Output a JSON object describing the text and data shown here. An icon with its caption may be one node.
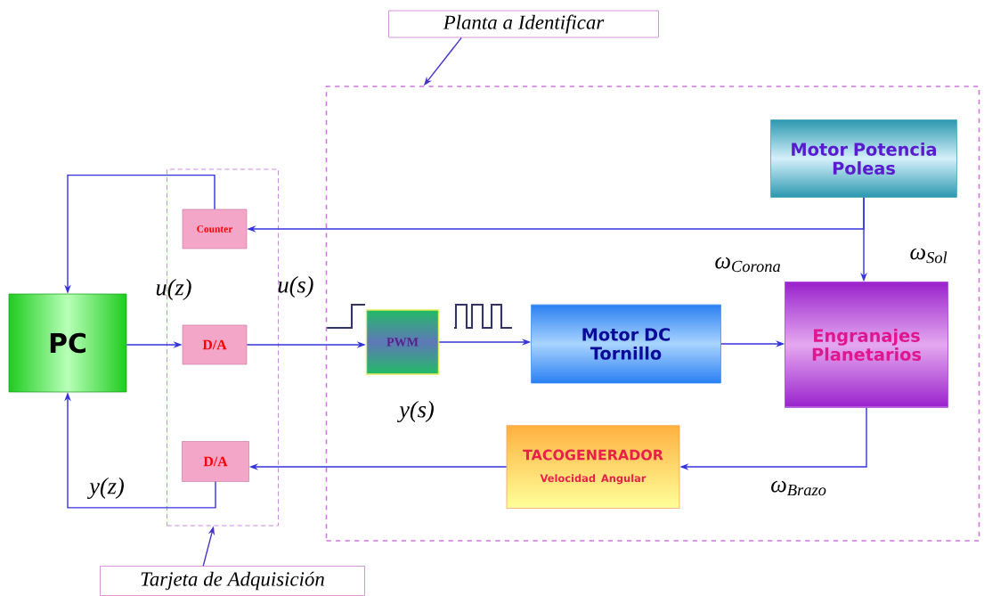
{
  "diagram": {
    "nodes": [
      {
        "text": [
          "Planta a Identificar"
        ]
      },
      {
        "text": [],
        "shape": "box"
      },
      {
        "text": [
          "Motor Potencia Poleas"
        ],
        "in": 1
      },
      {
        "text": [],
        "shape": "box"
      },
      {
        "text": [
          "Counter"
        ],
        "in": 3
      },
      {
        "text": [
          "PC"
        ]
      },
      {
        "text": [
          "D/A"
        ],
        "in": 3
      },
      {
        "text": [
          "PWM"
        ],
        "in": 1
      },
      {
        "text": [
          "Motor DC Tornillo"
        ],
        "in": 1
      },
      {
        "text": [
          "Engranajes Planetarios"
        ],
        "in": 1
      },
      {
        "text": [
          "D/A"
        ],
        "in": 3
      },
      {
        "text": [
          "TACOGENERADOR",
          "Velocidad Angular"
        ],
        "in": 1
      },
      {
        "text": [
          "Tarjeta de Adquisición"
        ]
      }
    ],
    "edges": [
      {
        "from": 0,
        "to": 1,
        "arrow": "to"
      },
      {
        "from": 12,
        "to": 3,
        "arrow": "to"
      },
      {
        "from": 2,
        "to": 9,
        "arrow": "to"
      },
      {
        "from": 2,
        "to": 4,
        "arrow": "to"
      },
      {
        "from": 4,
        "to": 5,
        "arrow": "to"
      },
      {
        "from": 5,
        "to": 6,
        "arrow": "to"
      },
      {
        "from": 6,
        "to": 7,
        "arrow": "to"
      },
      {
        "from": 7,
        "to": 8,
        "arrow": "to"
      },
      {
        "from": 8,
        "to": 9,
        "arrow": "to"
      },
      {
        "from": 9,
        "to": 11,
        "arrow": "to"
      },
      {
        "from": 11,
        "to": 10,
        "arrow": "to"
      },
      {
        "from": 10,
        "to": 5,
        "arrow": "to"
      }
    ],
    "labels": [
      "u(z)",
      "u(s)",
      "ω$_{Corona}$",
      "ω$_{Sol}$",
      "y(s)",
      "y(z)",
      "ω$_{Brazo}$"
    ]
  }
}
